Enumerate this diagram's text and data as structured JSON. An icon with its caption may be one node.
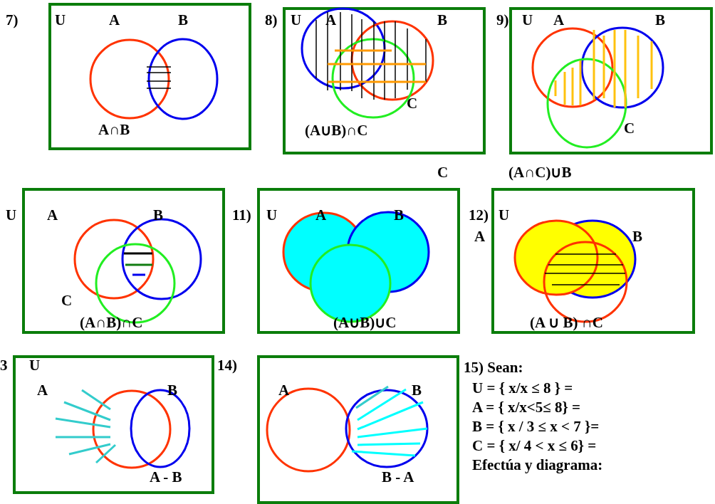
{
  "diagram": {
    "nodes": [
      {
        "text": [
          "U",
          "A",
          "B",
          "A∩B"
        ]
      },
      {
        "text": [
          "U",
          "A",
          "B",
          "C",
          "(A∪B)∩C"
        ]
      },
      {
        "text": [
          "U",
          "A",
          "B",
          "C"
        ]
      },
      {
        "text": [
          "A",
          "B",
          "C",
          "(A∩B)∩C"
        ]
      },
      {
        "text": [
          "U",
          "A",
          "B",
          "(A∪B)∪C"
        ]
      },
      {
        "text": [
          "U",
          "B",
          "(A ∪ B) ∩C"
        ]
      },
      {
        "text": [
          "U",
          "A",
          "B",
          "A - B"
        ]
      },
      {
        "text": [
          "A",
          "B",
          "B - A"
        ]
      }
    ],
    "edges": [],
    "labels": [
      "7)",
      "8)",
      "9)",
      "C",
      "(A∩C)∪B",
      "U",
      "11)",
      "12)",
      "A",
      "3",
      "14)",
      "15) Sean:",
      "U = { x/x ≤ 8 } =",
      "A = { x/x<5≤ 8} =",
      "B = { x / 3 ≤ x < 7 }=",
      "C = { x/ 4 < x ≤ 6} =",
      "Efectúa y diagrama:"
    ]
  }
}
